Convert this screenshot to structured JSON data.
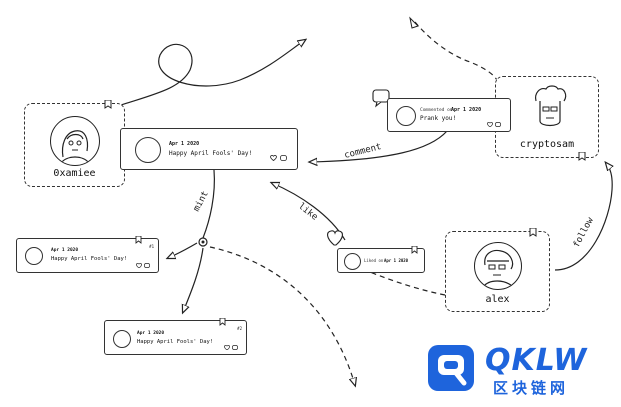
{
  "profiles": {
    "oxamiee": {
      "name": "0xamiee"
    },
    "cryptosam": {
      "name": "cryptosam"
    },
    "alex": {
      "name": "alex"
    }
  },
  "posts": {
    "main": {
      "date": "Apr 1 2020",
      "text": "Happy April Fools' Day!"
    },
    "mint1": {
      "date": "Apr 1 2020",
      "text": "Happy April Fools' Day!",
      "badge": "#1"
    },
    "mint2": {
      "date": "Apr 1 2020",
      "text": "Happy April Fools' Day!",
      "badge": "#2"
    },
    "comment": {
      "prefix": "Commented on",
      "date": "Apr 1 2020",
      "text": "Prank you!"
    },
    "like": {
      "prefix": "Liked on",
      "date": "Apr 1 2020"
    }
  },
  "edges": {
    "mint": "mint",
    "comment": "comment",
    "like": "like",
    "follow": "follow"
  },
  "logo": {
    "text": "QKLW",
    "subtext": "区块链网",
    "color": "#1e64dc"
  },
  "icons": [
    "bookmark-icon",
    "heart-icon",
    "chat-bubble-icon",
    "share-icon",
    "mint-node-icon"
  ]
}
